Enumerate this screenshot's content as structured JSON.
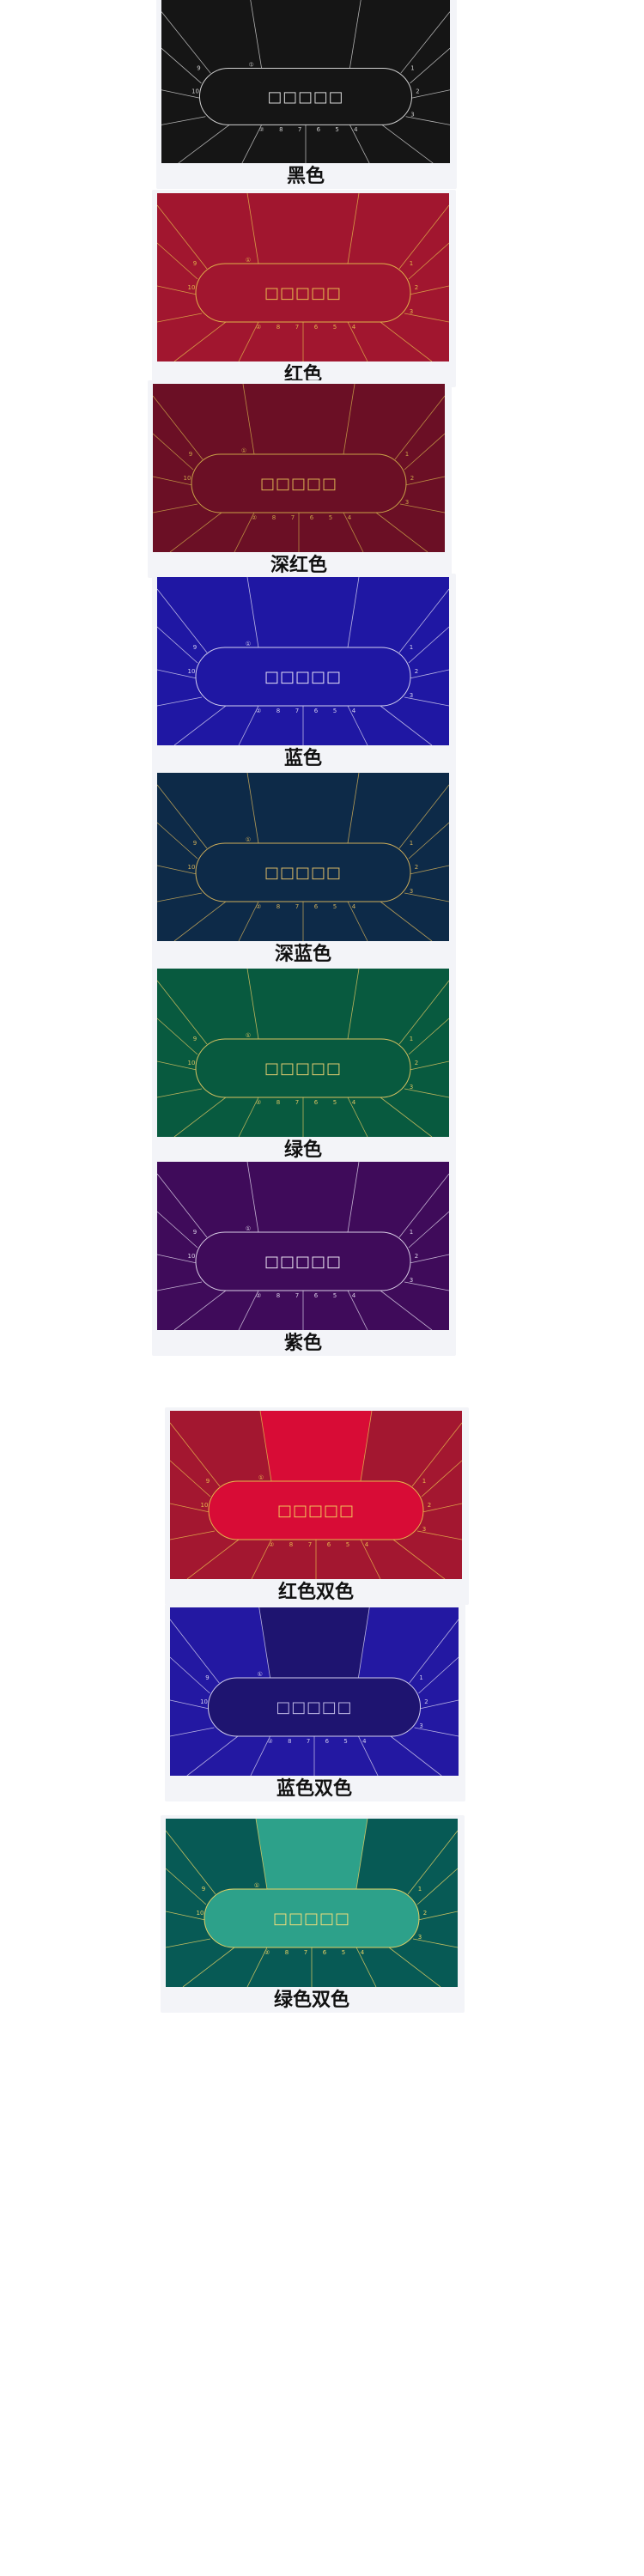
{
  "table_text": "□□□□□",
  "seat_labels": [
    "②",
    "8",
    "7",
    "6",
    "5",
    "4",
    "3",
    "2",
    "1",
    "9",
    "10",
    "①"
  ],
  "swatches": [
    {
      "caption": "黑色",
      "felt_color": "#151515",
      "center_color": "#151515",
      "line_color": "#cfcfcf",
      "text_color": "#d8d8d8",
      "two_tone": false
    },
    {
      "caption": "红色",
      "felt_color": "#a1162f",
      "center_color": "#a1162f",
      "line_color": "#e0b24a",
      "text_color": "#e6b94f",
      "two_tone": false
    },
    {
      "caption": "深红色",
      "felt_color": "#6b0f25",
      "center_color": "#6b0f25",
      "line_color": "#c9a248",
      "text_color": "#d8ae52",
      "two_tone": false
    },
    {
      "caption": "蓝色",
      "felt_color": "#1f17a3",
      "center_color": "#1f17a3",
      "line_color": "#d3d0f0",
      "text_color": "#e0dcf6",
      "two_tone": false
    },
    {
      "caption": "深蓝色",
      "felt_color": "#0d2a48",
      "center_color": "#0d2a48",
      "line_color": "#cfae5a",
      "text_color": "#d9b866",
      "two_tone": false
    },
    {
      "caption": "绿色",
      "felt_color": "#085a3f",
      "center_color": "#085a3f",
      "line_color": "#d8c262",
      "text_color": "#e0cb70",
      "two_tone": false
    },
    {
      "caption": "紫色",
      "felt_color": "#3f0b5a",
      "center_color": "#3f0b5a",
      "line_color": "#d9cfe6",
      "text_color": "#e8e0f0",
      "two_tone": false
    },
    {
      "caption": "红色双色",
      "felt_color": "#a31730",
      "center_color": "#d80c36",
      "line_color": "#e6b84c",
      "text_color": "#f0c25a",
      "two_tone": true
    },
    {
      "caption": "蓝色双色",
      "felt_color": "#2318a2",
      "center_color": "#1e1470",
      "line_color": "#d2ceef",
      "text_color": "#bfb9e6",
      "two_tone": true
    },
    {
      "caption": "绿色双色",
      "felt_color": "#075a55",
      "center_color": "#2da18a",
      "line_color": "#e4d064",
      "text_color": "#eedc7a",
      "two_tone": true
    }
  ]
}
